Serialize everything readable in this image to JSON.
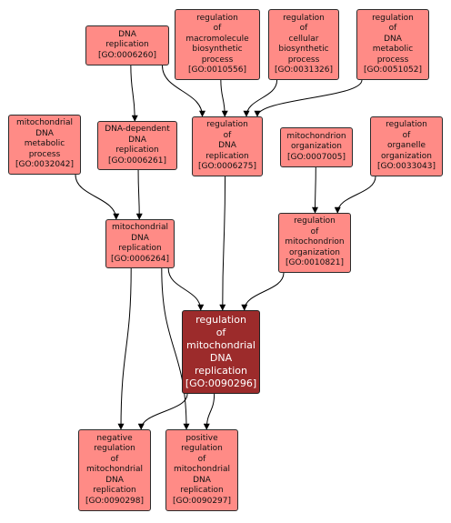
{
  "nodes": {
    "go0006260": {
      "lines": [
        "DNA",
        "replication",
        "[GO:0006260]"
      ]
    },
    "go0010556": {
      "lines": [
        "regulation",
        "of",
        "macromolecule",
        "biosynthetic",
        "process",
        "[GO:0010556]"
      ]
    },
    "go0031326": {
      "lines": [
        "regulation",
        "of",
        "cellular",
        "biosynthetic",
        "process",
        "[GO:0031326]"
      ]
    },
    "go0051052": {
      "lines": [
        "regulation",
        "of",
        "DNA",
        "metabolic",
        "process",
        "[GO:0051052]"
      ]
    },
    "go0032042": {
      "lines": [
        "mitochondrial",
        "DNA",
        "metabolic",
        "process",
        "[GO:0032042]"
      ]
    },
    "go0006261": {
      "lines": [
        "DNA-dependent",
        "DNA",
        "replication",
        "[GO:0006261]"
      ]
    },
    "go0006275": {
      "lines": [
        "regulation",
        "of",
        "DNA",
        "replication",
        "[GO:0006275]"
      ]
    },
    "go0007005": {
      "lines": [
        "mitochondrion",
        "organization",
        "[GO:0007005]"
      ]
    },
    "go0033043": {
      "lines": [
        "regulation",
        "of",
        "organelle",
        "organization",
        "[GO:0033043]"
      ]
    },
    "go0006264": {
      "lines": [
        "mitochondrial",
        "DNA",
        "replication",
        "[GO:0006264]"
      ]
    },
    "go0010821": {
      "lines": [
        "regulation",
        "of",
        "mitochondrion",
        "organization",
        "[GO:0010821]"
      ]
    },
    "go0090296": {
      "lines": [
        "regulation",
        "of",
        "mitochondrial",
        "DNA",
        "replication",
        "[GO:0090296]"
      ]
    },
    "go0090298": {
      "lines": [
        "negative",
        "regulation",
        "of",
        "mitochondrial",
        "DNA",
        "replication",
        "[GO:0090298]"
      ]
    },
    "go0090297": {
      "lines": [
        "positive",
        "regulation",
        "of",
        "mitochondrial",
        "DNA",
        "replication",
        "[GO:0090297]"
      ]
    }
  },
  "edges": [
    {
      "from": "go0006260",
      "to": "go0006261"
    },
    {
      "from": "go0006260",
      "to": "go0006275"
    },
    {
      "from": "go0010556",
      "to": "go0006275"
    },
    {
      "from": "go0031326",
      "to": "go0006275"
    },
    {
      "from": "go0051052",
      "to": "go0006275"
    },
    {
      "from": "go0032042",
      "to": "go0006264"
    },
    {
      "from": "go0006261",
      "to": "go0006264"
    },
    {
      "from": "go0007005",
      "to": "go0010821"
    },
    {
      "from": "go0033043",
      "to": "go0010821"
    },
    {
      "from": "go0006264",
      "to": "go0090296"
    },
    {
      "from": "go0006275",
      "to": "go0090296"
    },
    {
      "from": "go0010821",
      "to": "go0090296"
    },
    {
      "from": "go0006264",
      "to": "go0090298"
    },
    {
      "from": "go0006264",
      "to": "go0090297"
    },
    {
      "from": "go0090296",
      "to": "go0090298"
    },
    {
      "from": "go0090296",
      "to": "go0090297"
    }
  ],
  "colors": {
    "node_fill": "#ff8b86",
    "focus_fill": "#9c2b2b",
    "edge": "#000000"
  }
}
